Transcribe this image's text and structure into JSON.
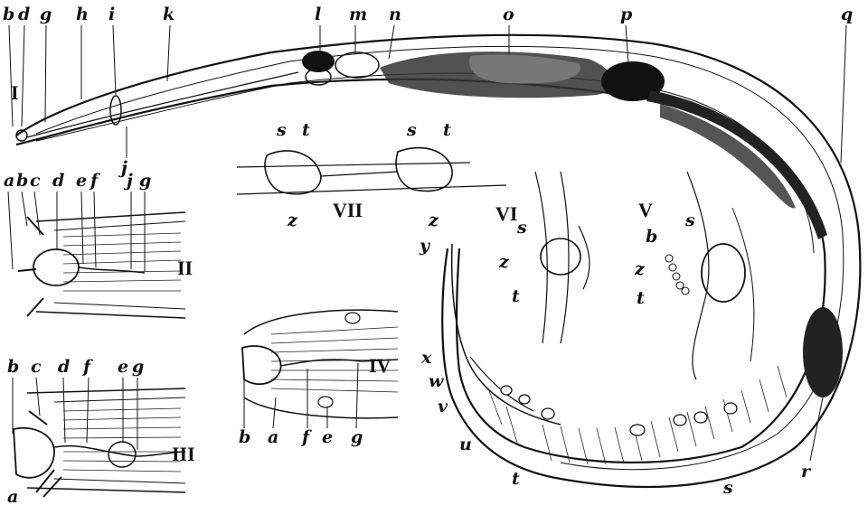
{
  "figure": {
    "roman_numerals": {
      "I": "I",
      "II": "II",
      "III": "III",
      "IV": "IV",
      "V": "V",
      "VI": "VI",
      "VII": "VII"
    },
    "main_top_labels": [
      "b",
      "d",
      "g",
      "h",
      "i",
      "k",
      "l",
      "m",
      "n",
      "o",
      "p",
      "q"
    ],
    "main_other_labels": {
      "j": "j",
      "r": "r",
      "s": "s",
      "t": "t",
      "u": "u",
      "v": "v",
      "w": "w",
      "x": "x",
      "y": "y"
    },
    "panel_II_labels": [
      "a",
      "b",
      "c",
      "d",
      "e",
      "f",
      "j",
      "g"
    ],
    "panel_III_labels": {
      "b": "b",
      "c": "c",
      "d": "d",
      "f": "f",
      "e": "e",
      "g": "g",
      "a": "a"
    },
    "panel_IV_labels": [
      "b",
      "a",
      "f",
      "e",
      "g"
    ],
    "panel_V_labels": {
      "s": "s",
      "b": "b",
      "z": "z",
      "t": "t"
    },
    "panel_VI_labels": {
      "s": "s",
      "z": "z",
      "t": "t"
    },
    "panel_VII_labels": [
      "s",
      "t",
      "s",
      "t",
      "z",
      "z"
    ]
  }
}
